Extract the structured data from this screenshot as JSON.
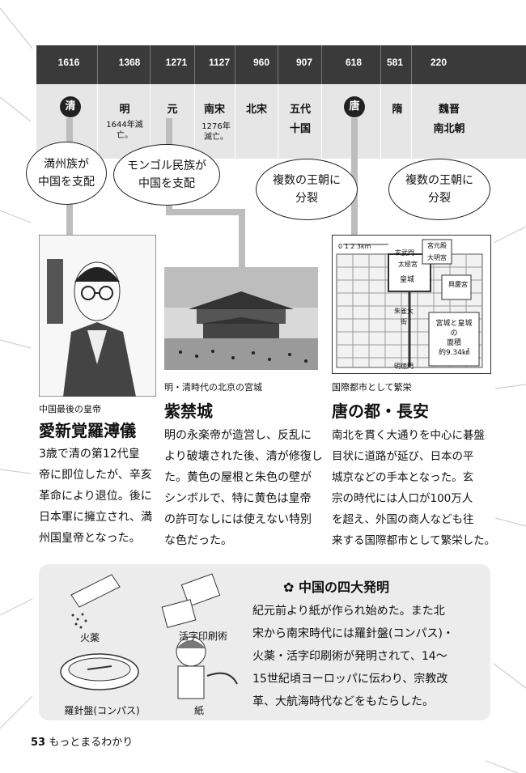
{
  "timeline": {
    "years": [
      "1616",
      "1368",
      "1271",
      "1127",
      "960",
      "907",
      "618",
      "581",
      "220"
    ],
    "eras": [
      "清",
      "明",
      "元",
      "南宋",
      "北宋",
      "五代",
      "十国",
      "唐",
      "隋",
      "魏晋",
      "南北朝"
    ],
    "notes": {
      "ming_end": "1644年滅亡。",
      "nansong_end_1": "1276年",
      "nansong_end_2": "滅亡。"
    },
    "bubbles": {
      "qing_1": "満州族が",
      "qing_2": "中国を支配",
      "yuan_1": "モンゴル民族が",
      "yuan_2": "中国を支配",
      "wudai_1": "複数の王朝に",
      "wudai_2": "分裂",
      "weijin_1": "複数の王朝に",
      "weijin_2": "分裂"
    }
  },
  "articles": [
    {
      "caption": "中国最後の皇帝",
      "title": "愛新覚羅溥儀",
      "body": [
        "3歳で清の第12代皇",
        "帝に即位したが、辛亥",
        "革命により退位。後に",
        "日本軍に擁立され、満",
        "州国皇帝となった。"
      ]
    },
    {
      "caption": "明・清時代の北京の宮城",
      "title": "紫禁城",
      "body": [
        "明の永楽帝が造営し、反乱に",
        "より破壊された後、清が修復し",
        "た。黄色の屋根と朱色の壁が",
        "シンボルで、特に黄色は皇帝",
        "の許可なしには使えない特別",
        "な色だった。"
      ]
    },
    {
      "caption": "国際都市として繁栄",
      "title": "唐の都・長安",
      "body": [
        "南北を貫く大通りを中心に碁盤",
        "目状に道路が延び、日本の平",
        "城京などの手本となった。玄",
        "宗の時代には人口が100万人",
        "を超え、外国の商人なども往",
        "来する国際都市として繁栄した。"
      ]
    }
  ],
  "map": {
    "scale": [
      "0",
      "1",
      "2",
      "3km"
    ],
    "labels": [
      "宮元殿",
      "大明宮",
      "玄武門",
      "太極宮",
      "皇城",
      "興慶宮",
      "朱雀大街",
      "明徳門"
    ],
    "note": [
      "宮城と皇城",
      "の",
      "面積",
      "約9.34㎢"
    ]
  },
  "inventions": {
    "title": "中国の四大発明",
    "items": [
      "火薬",
      "活字印刷術",
      "羅針盤(コンパス)",
      "紙"
    ],
    "body": [
      "紀元前より紙が作られ始めた。また北",
      "宋から南宋時代には羅針盤(コンパス)・",
      "火薬・活字印刷術が発明されて、14〜",
      "15世紀頃ヨーロッパに伝わり、宗教改",
      "革、大航海時代などをもたらした。"
    ]
  },
  "footer": {
    "page": "53",
    "text": "もっとまるわかり"
  }
}
